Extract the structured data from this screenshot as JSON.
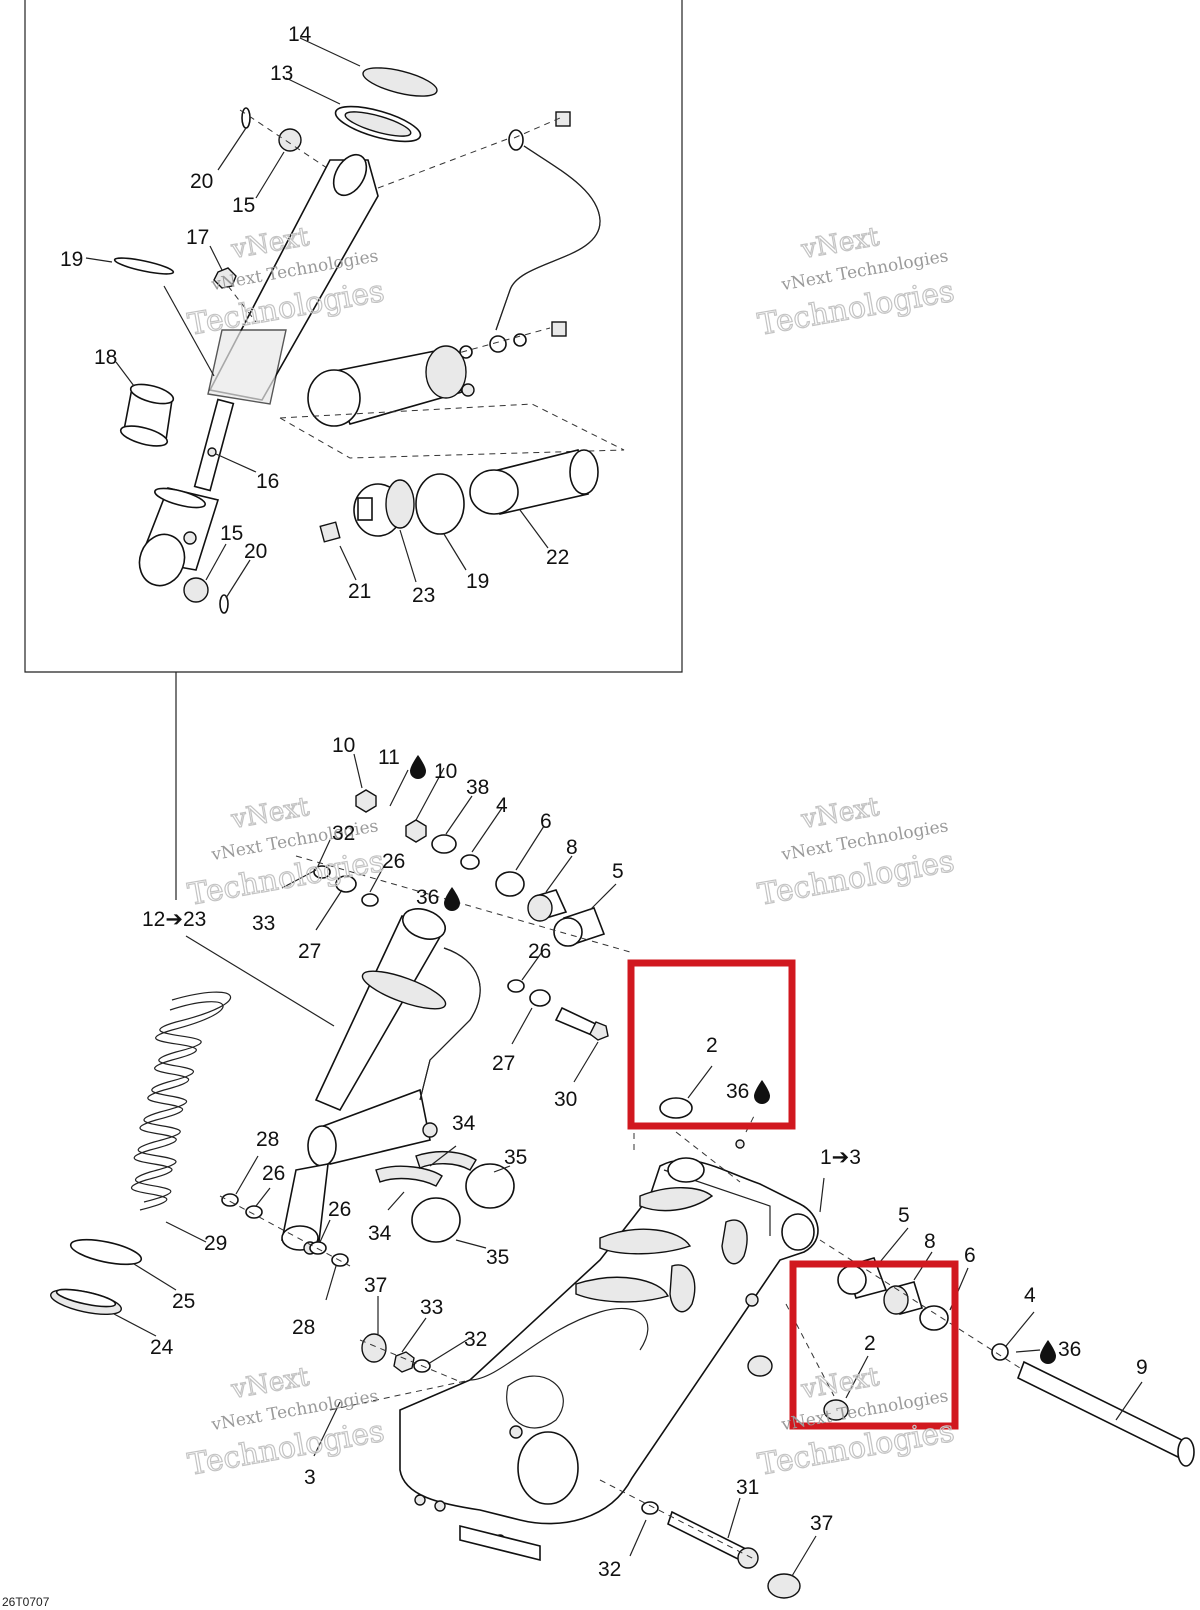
{
  "diagram": {
    "drawing_code": "26T0707",
    "watermark": {
      "line1": "vNext",
      "line2": "vNext Technologies",
      "line3": "Technologies"
    },
    "highlight_color": "#d1181f",
    "inset_labels": [
      {
        "id": "l14",
        "text": "14"
      },
      {
        "id": "l13",
        "text": "13"
      },
      {
        "id": "l20a",
        "text": "20"
      },
      {
        "id": "l15a",
        "text": "15"
      },
      {
        "id": "l17",
        "text": "17"
      },
      {
        "id": "l19a",
        "text": "19"
      },
      {
        "id": "l18",
        "text": "18"
      },
      {
        "id": "l16",
        "text": "16"
      },
      {
        "id": "l15b",
        "text": "15"
      },
      {
        "id": "l20b",
        "text": "20"
      },
      {
        "id": "l21",
        "text": "21"
      },
      {
        "id": "l23",
        "text": "23"
      },
      {
        "id": "l19b",
        "text": "19"
      },
      {
        "id": "l22",
        "text": "22"
      }
    ],
    "main_labels": [
      {
        "id": "m10a",
        "text": "10"
      },
      {
        "id": "m11",
        "text": "11"
      },
      {
        "id": "m10b",
        "text": "10"
      },
      {
        "id": "m38",
        "text": "38"
      },
      {
        "id": "m4a",
        "text": "4"
      },
      {
        "id": "m6a",
        "text": "6"
      },
      {
        "id": "m8a",
        "text": "8"
      },
      {
        "id": "m5a",
        "text": "5"
      },
      {
        "id": "m32a",
        "text": "32"
      },
      {
        "id": "m26a",
        "text": "26"
      },
      {
        "id": "m33a",
        "text": "33"
      },
      {
        "id": "m36a",
        "text": "36"
      },
      {
        "id": "m27a",
        "text": "27"
      },
      {
        "id": "m1223",
        "text": "12➔23"
      },
      {
        "id": "m26b",
        "text": "26"
      },
      {
        "id": "m27b",
        "text": "27"
      },
      {
        "id": "m30",
        "text": "30"
      },
      {
        "id": "m2a",
        "text": "2"
      },
      {
        "id": "m36b",
        "text": "36"
      },
      {
        "id": "m34a",
        "text": "34"
      },
      {
        "id": "m28a",
        "text": "28"
      },
      {
        "id": "m26c",
        "text": "26"
      },
      {
        "id": "m35a",
        "text": "35"
      },
      {
        "id": "m13",
        "text": "1➔3"
      },
      {
        "id": "m26d",
        "text": "26"
      },
      {
        "id": "m34b",
        "text": "34"
      },
      {
        "id": "m35b",
        "text": "35"
      },
      {
        "id": "m29",
        "text": "29"
      },
      {
        "id": "m5b",
        "text": "5"
      },
      {
        "id": "m8b",
        "text": "8"
      },
      {
        "id": "m6b",
        "text": "6"
      },
      {
        "id": "m25",
        "text": "25"
      },
      {
        "id": "m37a",
        "text": "37"
      },
      {
        "id": "m33b",
        "text": "33"
      },
      {
        "id": "m28b",
        "text": "28"
      },
      {
        "id": "m2b",
        "text": "2"
      },
      {
        "id": "m4b",
        "text": "4"
      },
      {
        "id": "m36c",
        "text": "36"
      },
      {
        "id": "m24",
        "text": "24"
      },
      {
        "id": "m32b",
        "text": "32"
      },
      {
        "id": "m9",
        "text": "9"
      },
      {
        "id": "m3",
        "text": "3"
      },
      {
        "id": "m31",
        "text": "31"
      },
      {
        "id": "m37b",
        "text": "37"
      },
      {
        "id": "m32c",
        "text": "32"
      }
    ]
  }
}
